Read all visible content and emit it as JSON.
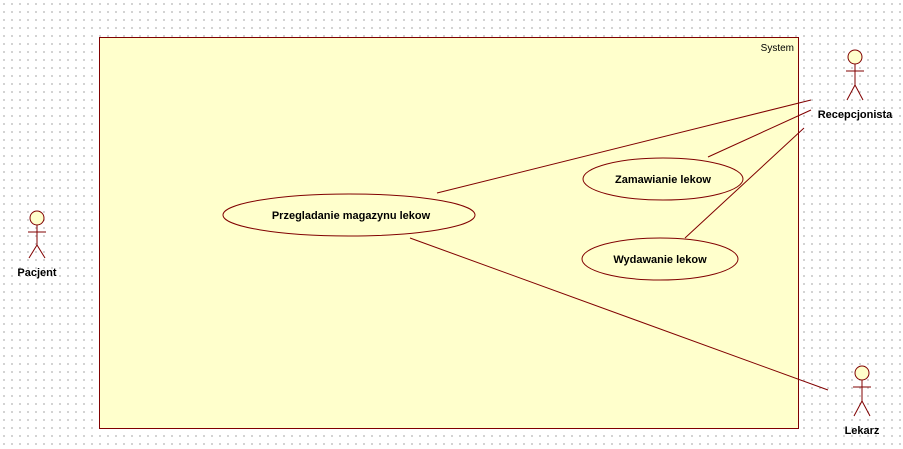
{
  "system": {
    "label": "System"
  },
  "actors": {
    "pacjent": {
      "label": "Pacjent"
    },
    "recepcjonista": {
      "label": "Recepcjonista"
    },
    "lekarz": {
      "label": "Lekarz"
    }
  },
  "use_cases": {
    "przegladanie": {
      "label": "Przegladanie magazynu lekow"
    },
    "zamawianie": {
      "label": "Zamawianie lekow"
    },
    "wydawanie": {
      "label": "Wydawanie lekow"
    }
  },
  "colors": {
    "system_fill": "#ffffcc",
    "line": "#800000",
    "actor_head_fill": "#ffffcc"
  }
}
